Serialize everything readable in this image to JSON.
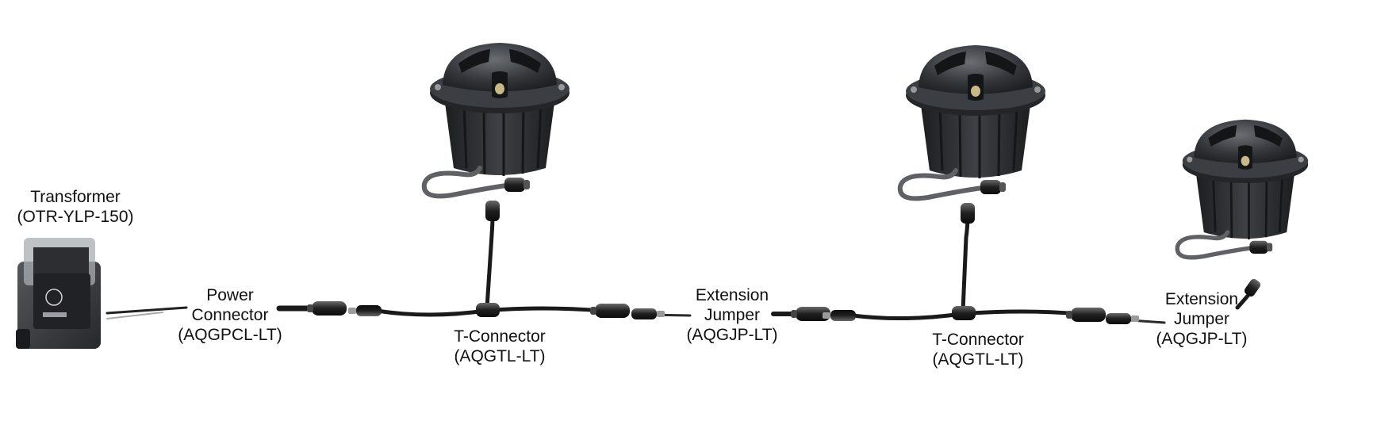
{
  "components": {
    "transformer": {
      "name": "Transformer",
      "part": "(OTR-YLP-150)"
    },
    "power_connector": {
      "name_line1": "Power",
      "name_line2": "Connector",
      "part": "(AQGPCL-LT)"
    },
    "t_connector_1": {
      "name": "T-Connector",
      "part": "(AQGTL-LT)"
    },
    "extension_jumper_1": {
      "name_line1": "Extension",
      "name_line2": "Jumper",
      "part": "(AQGJP-LT)"
    },
    "t_connector_2": {
      "name": "T-Connector",
      "part": "(AQGTL-LT)"
    },
    "extension_jumper_2": {
      "name_line1": "Extension",
      "name_line2": "Jumper",
      "part": "(AQGJP-LT)"
    }
  },
  "colors": {
    "cable": "#1a1a1a",
    "fixture_body": "#2e3033",
    "transformer_body": "#3b3d40",
    "label_text": "#111111"
  }
}
